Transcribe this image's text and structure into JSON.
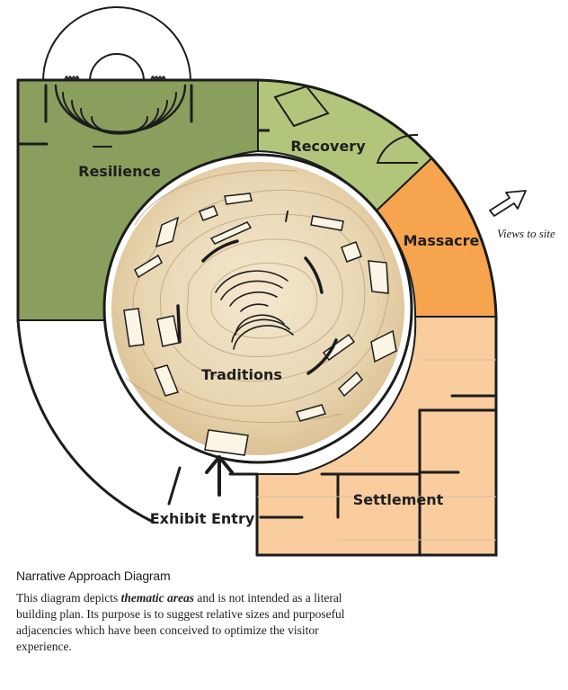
{
  "diagram": {
    "zones": {
      "resilience": "Resilience",
      "recovery": "Recovery",
      "massacre": "Massacre",
      "traditions": "Traditions",
      "settlement": "Settlement",
      "exhibit_entry": "Exhibit Entry"
    },
    "views_label": "Views to site",
    "colors": {
      "resilience": "#8a9e5e",
      "recovery": "#b2c67b",
      "massacre": "#f7a44e",
      "settlement": "#f9cd9e",
      "traditions": "#eddcbb",
      "outline": "#1c1c1c"
    }
  },
  "caption": {
    "title": "Narrative Approach Diagram",
    "body_pre": "This diagram depicts ",
    "body_em": "thematic areas",
    "body_post": " and is not intended as a literal building plan. Its purpose is to suggest relative sizes and purposeful adjacencies which have been conceived to optimize the visitor experience."
  }
}
